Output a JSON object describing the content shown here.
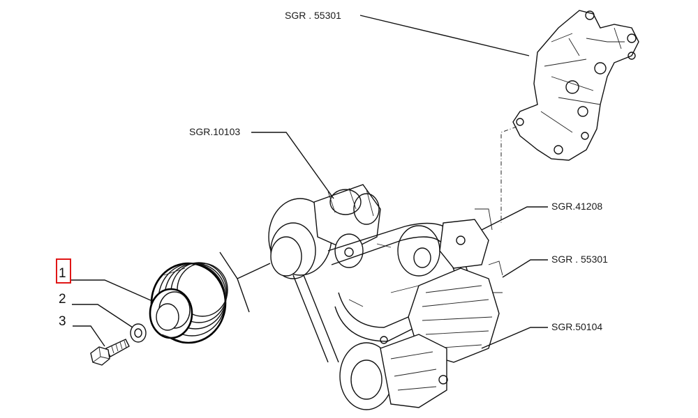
{
  "callouts": {
    "bracket_top": "SGR . 55301",
    "fan_assembly": "SGR.10103",
    "belt": "SGR.41208",
    "alternator_bracket": "SGR . 55301",
    "alternator": "SGR.50104"
  },
  "parts": [
    {
      "number": "1",
      "selected": true
    },
    {
      "number": "2",
      "selected": false
    },
    {
      "number": "3",
      "selected": false
    }
  ],
  "colors": {
    "selection": "#e01616",
    "ink": "#111111",
    "background": "#ffffff"
  }
}
